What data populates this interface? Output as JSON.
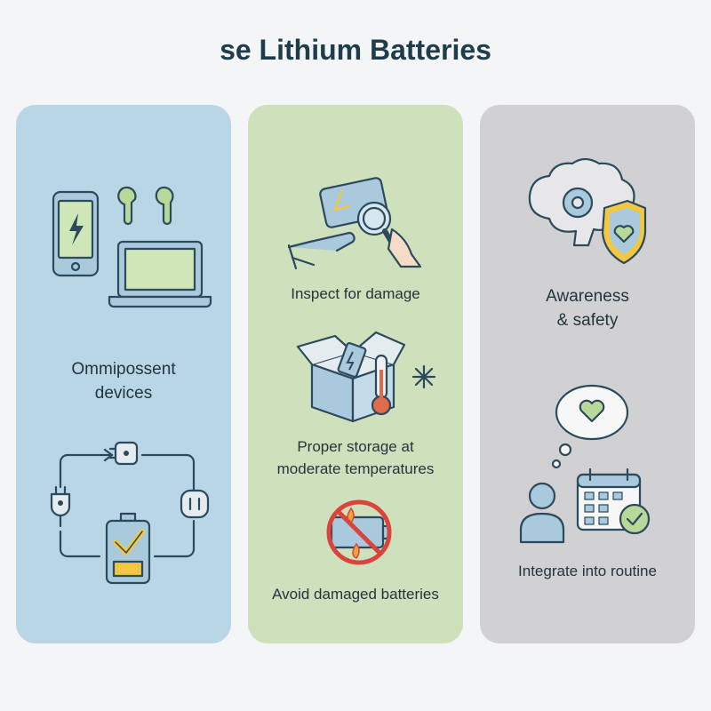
{
  "title": "se Lithium Batteries",
  "panels": [
    {
      "captions": [
        "Ommipossent\ndevices"
      ]
    },
    {
      "captions": [
        "Inspect for damage",
        "Proper storage at\nmoderate temperatures",
        "Avoid damaged batteries"
      ]
    },
    {
      "captions": [
        "Awareness\n& safety",
        "Integrate into routine"
      ]
    }
  ],
  "colors": {
    "panel_blue": "#b9d6e6",
    "panel_green": "#cfe0bd",
    "panel_gray": "#d1d1d3",
    "title": "#1f3c4a",
    "accent_yellow": "#f2c744",
    "accent_green": "#b9d99a",
    "prohibit_red": "#d9443c"
  }
}
